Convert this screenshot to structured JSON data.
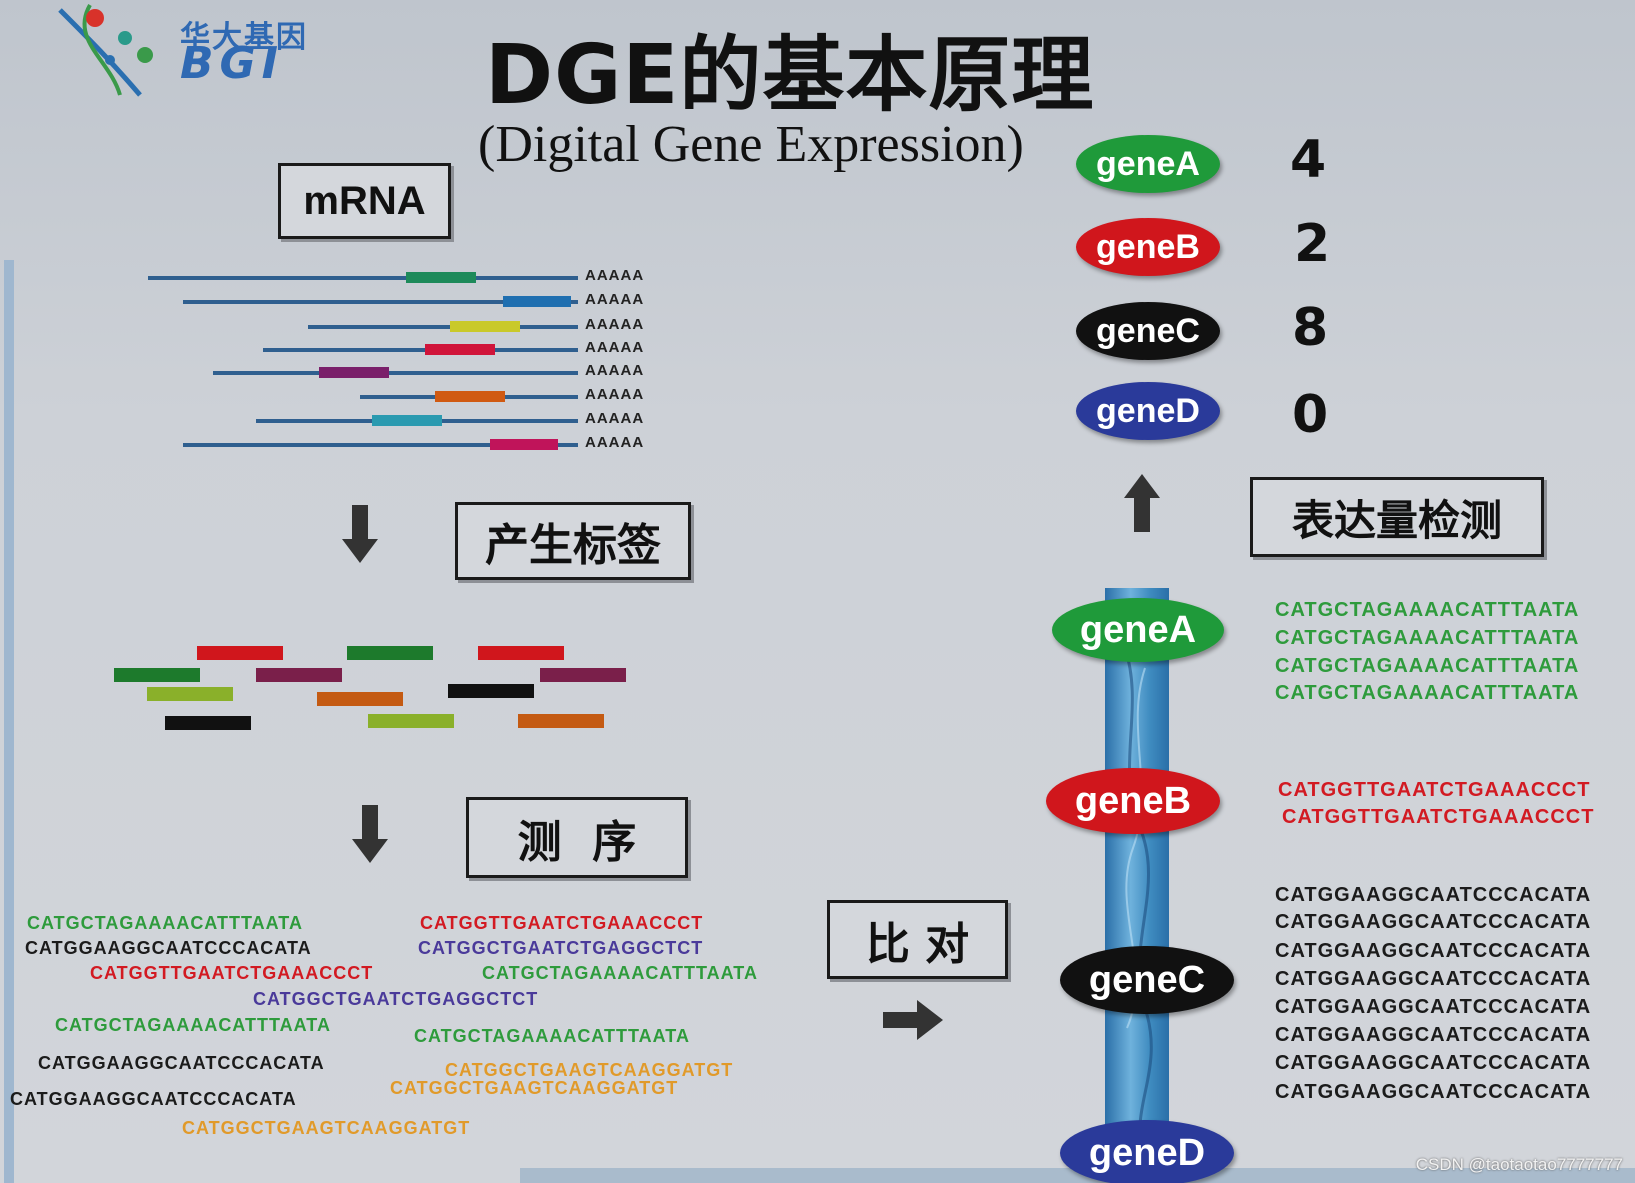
{
  "logo": {
    "cn": "华大基因",
    "en": "BGI"
  },
  "title": "DGE的基本原理",
  "subtitle": "(Digital Gene Expression)",
  "labels": {
    "mrna": "mRNA",
    "generate_tags": "产生标签",
    "sequencing": "测  序",
    "alignment": "比 对",
    "expression_detection": "表达量检测"
  },
  "poly_a": "AAAAA",
  "counts": [
    {
      "gene": "geneA",
      "value": "4",
      "color": "#1f9a3a"
    },
    {
      "gene": "geneB",
      "value": "2",
      "color": "#d0161c"
    },
    {
      "gene": "geneC",
      "value": "8",
      "color": "#111111"
    },
    {
      "gene": "geneD",
      "value": "0",
      "color": "#2a3a9a"
    }
  ],
  "reads_left": [
    {
      "text": "CATGCTAGAAAACATTTAATA",
      "color": "#2e9b3c"
    },
    {
      "text": "CATGGAAGGCAATCCCACATA",
      "color": "#1b1b1b"
    },
    {
      "text": "CATGGTTGAATCTGAAACCCT",
      "color": "#d21a22"
    },
    {
      "text": "CATGCTAGAAAACATTTAATA",
      "color": "#2e9b3c"
    },
    {
      "text": "CATGGAAGGCAATCCCACATA",
      "color": "#1b1b1b"
    },
    {
      "text": "CATGGAAGGCAATCCCACATA",
      "color": "#1b1b1b"
    },
    {
      "text": "CATGGCTGAAGTCAAGGATGT",
      "color": "#e19a2a"
    },
    {
      "text": "CATGGTTGAATCTGAAACCCT",
      "color": "#d21a22"
    },
    {
      "text": "CATGGCTGAATCTGAGGCTCT",
      "color": "#4a3a9a"
    },
    {
      "text": "CATGCTAGAAAACATTTAATA",
      "color": "#2e9b3c"
    },
    {
      "text": "CATGGCTGAATCTGAGGCTCT",
      "color": "#4a3a9a"
    },
    {
      "text": "CATGCTAGAAAACATTTAATA",
      "color": "#2e9b3c"
    },
    {
      "text": "CATGGCTGAAGTCAAGGATGT",
      "color": "#e19a2a"
    },
    {
      "text": "CATGGCTGAAGTCAAGGATGT",
      "color": "#e19a2a"
    }
  ],
  "aligned": {
    "geneA": {
      "label": "geneA",
      "reads": [
        "CATGCTAGAAAACATTTAATA",
        "CATGCTAGAAAACATTTAATA",
        "CATGCTAGAAAACATTTAATA",
        "CATGCTAGAAAACATTTAATA"
      ],
      "color": "#2e9b3c"
    },
    "geneB": {
      "label": "geneB",
      "reads": [
        "CATGGTTGAATCTGAAACCCT",
        "CATGGTTGAATCTGAAACCCT"
      ],
      "color": "#d21a22"
    },
    "geneC": {
      "label": "geneC",
      "reads": [
        "CATGGAAGGCAATCCCACATA",
        "CATGGAAGGCAATCCCACATA",
        "CATGGAAGGCAATCCCACATA",
        "CATGGAAGGCAATCCCACATA",
        "CATGGAAGGCAATCCCACATA",
        "CATGGAAGGCAATCCCACATA",
        "CATGGAAGGCAATCCCACATA",
        "CATGGAAGGCAATCCCACATA"
      ],
      "color": "#1b1b1b"
    },
    "geneD": {
      "label": "geneD",
      "reads": [],
      "color": "#2a3a9a"
    }
  },
  "tag_colors": [
    "#d0161c",
    "#1d7a2c",
    "#1d7a2c",
    "#7a1f4a",
    "#7a1f4a",
    "#8ab02a",
    "#d0161c",
    "#c45a12",
    "#111111",
    "#111111",
    "#8ab02a",
    "#c45a12"
  ],
  "mrna_segment_colors": [
    "#1d8a5a",
    "#1f6fb0",
    "#c9c92a",
    "#d0143a",
    "#7a1f6a",
    "#d05a12",
    "#2a9ab0",
    "#c0145a"
  ],
  "watermark": "CSDN @taotaotao7777777"
}
